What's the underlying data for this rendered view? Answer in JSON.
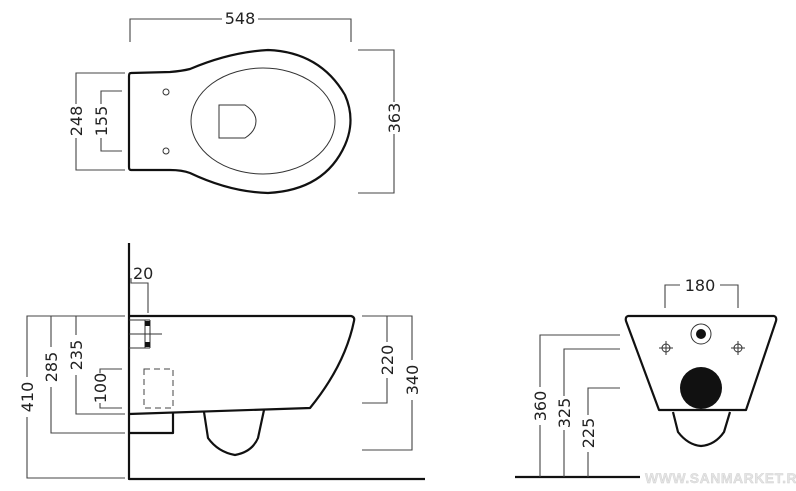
{
  "top_view": {
    "width": "548",
    "depth": "363",
    "rear_width": "248",
    "hole_spacing": "155"
  },
  "side_view": {
    "height_total": "410",
    "h_285": "285",
    "h_235": "235",
    "h_100": "100",
    "offset_20": "20",
    "h_220": "220",
    "h_340": "340"
  },
  "front_view": {
    "hole_spacing": "180",
    "h_360": "360",
    "h_325": "325",
    "h_225": "225"
  },
  "watermark": "WWW.SANMARKET.RU"
}
